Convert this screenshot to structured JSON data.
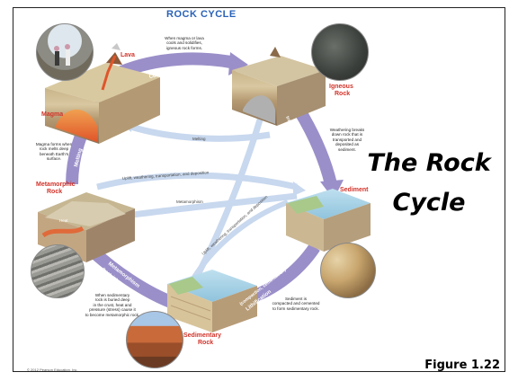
{
  "diagram_title": "ROCK CYCLE",
  "side_title": [
    "The Rock",
    "Cycle"
  ],
  "figure_label": "Figure 1.22",
  "copyright": "© 2012 Pearson Education, Inc.",
  "nodes": {
    "lava": "Lava",
    "magma": "Magma",
    "igneous": [
      "Igneous",
      "Rock"
    ],
    "sediment": "Sediment",
    "metamorphic": [
      "Metamorphic",
      "Rock"
    ],
    "sedimentary": [
      "Sedimentary",
      "Rock"
    ],
    "heat": "Heat"
  },
  "processes": {
    "cooling": "Cooling, crystallization",
    "weathering": [
      "Weathering,",
      "transportation, deposition"
    ],
    "lithification": [
      "Lithification",
      "(compaction, cementation)"
    ],
    "metamorphism": [
      "Metamorphism",
      "(heat, intense pressure)"
    ],
    "melting": "Melting",
    "melting_inner": "Melting",
    "uplift_top": "Uplift, weathering, transportation, and deposition",
    "metamorphism_inner": "Metamorphism",
    "uplift_diag": "Uplift, weathering, transportation, and deposition"
  },
  "captions": {
    "cooling": [
      "When magma or lava",
      "cools and solidifies,",
      "igneous rock forms."
    ],
    "weathering": [
      "Weathering breaks",
      "down rock that is",
      "transported and",
      "deposited as",
      "sediment."
    ],
    "melting": [
      "Magma forms when",
      "rock melts deep",
      "beneath Earth's",
      "surface."
    ],
    "lithification": [
      "Sediment is",
      "compacted and cemented",
      "to form sedimentary rock."
    ],
    "metamorphism": [
      "When sedimentary",
      "rock is buried deep",
      "in the crust, heat and",
      "pressure (stress) cause it",
      "to become metamorphic rock."
    ]
  },
  "colors": {
    "arrow": "#9b8fc9",
    "arrow_light": "#c8d8ee",
    "title_blue": "#2a62b8",
    "label_red": "#d2332a"
  }
}
